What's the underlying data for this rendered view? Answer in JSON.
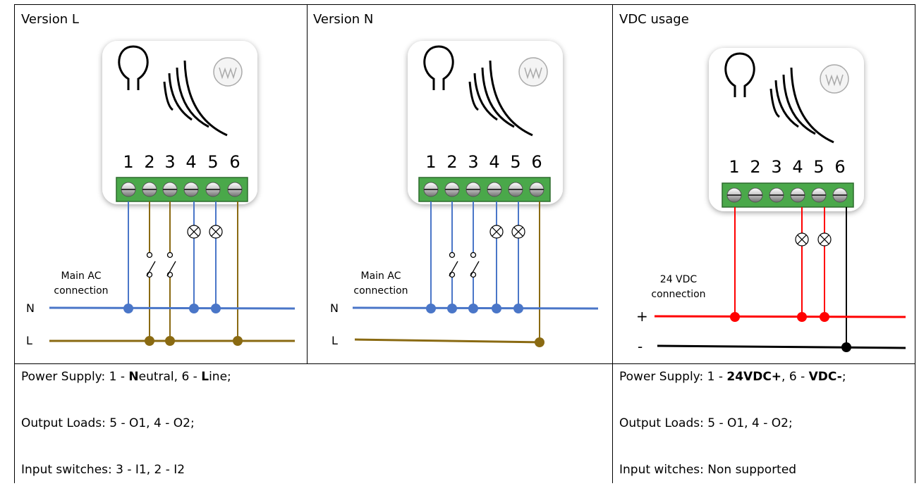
{
  "panels": [
    {
      "title": "Version L",
      "terminals": [
        "1",
        "2",
        "3",
        "4",
        "5",
        "6"
      ],
      "supply_label": [
        "Main AC",
        "connection"
      ],
      "rail_labels": [
        "N",
        "L"
      ]
    },
    {
      "title": "Version N",
      "terminals": [
        "1",
        "2",
        "3",
        "4",
        "5",
        "6"
      ],
      "supply_label": [
        "Main AC",
        "connection"
      ],
      "rail_labels": [
        "N",
        "L"
      ]
    },
    {
      "title": "VDC usage",
      "terminals": [
        "1",
        "2",
        "3",
        "4",
        "5",
        "6"
      ],
      "supply_label": [
        "24 VDC",
        "connection"
      ],
      "rail_labels": [
        "+",
        "-"
      ]
    }
  ],
  "notes_left": {
    "power": {
      "p1": "Power Supply: 1 - ",
      "b1": "N",
      "p2": "eutral, 6 - ",
      "b2": "L",
      "p3": "ine;"
    },
    "outputs": "Output Loads: 5 - O1, 4 - O2;",
    "inputs": "Input switches: 3 - I1, 2 - I2"
  },
  "notes_right": {
    "power": {
      "p1": "Power Supply: 1 - ",
      "b1": "24VDC+",
      "p2": ", 6 - ",
      "b2": "VDC-",
      "p3": ";"
    },
    "outputs": "Output Loads: 5 - O1, 4 - O2;",
    "inputs": "Input witches: Non supported"
  },
  "colors": {
    "neutral_blue": "#4a76c8",
    "line_brown": "#8a6a12",
    "dc_red": "#ff0000",
    "dc_black": "#000000",
    "terminal_green": "#4aa84a"
  }
}
